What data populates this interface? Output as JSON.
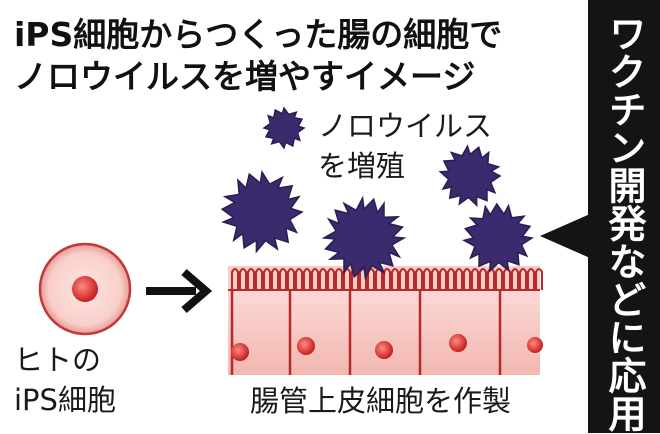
{
  "title": {
    "line1": "iPS細胞からつくった腸の細胞で",
    "line2": "ノロウイルスを増やすイメージ"
  },
  "sidebar": {
    "text": "ワクチン開発などに応用"
  },
  "labels": {
    "virus_line1": "ノロウイルス",
    "virus_line2": "を増殖",
    "ips_line1": "ヒトの",
    "ips_line2": "iPS細胞",
    "bottom": "腸管上皮細胞を作製"
  },
  "colors": {
    "background": "#ffffff",
    "sidebar": "#141414",
    "virus": "#3b2a6e",
    "cell_fill": "#f6c9c6",
    "cell_outline": "#c0393b",
    "nucleus": "#d62b2b",
    "arrow": "#111111"
  }
}
